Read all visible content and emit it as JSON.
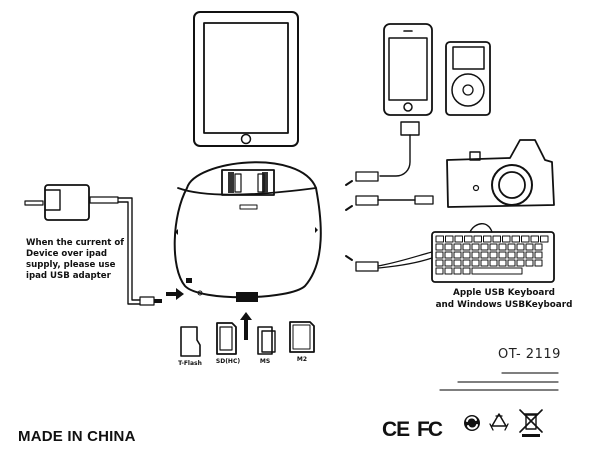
{
  "diagram": {
    "devices": [
      {
        "id": "ipad",
        "name": "iPad tablet"
      },
      {
        "id": "iphone",
        "name": "iPhone"
      },
      {
        "id": "ipod",
        "name": "iPod classic"
      },
      {
        "id": "camera",
        "name": "Camera"
      },
      {
        "id": "keyboard",
        "name": "USB Keyboard"
      },
      {
        "id": "usb-adapter",
        "name": "iPad USB power adapter"
      },
      {
        "id": "hub",
        "name": "Card reader / USB hub dock"
      }
    ],
    "adapter_note": [
      "When the current of",
      "Device over ipad",
      "supply, please use",
      "ipad USB adapter"
    ],
    "keyboard_label": [
      "Apple USB Keyboard",
      "and Windows USBKeyboard"
    ],
    "card_slots": [
      "T-Flash",
      "SD(HC)",
      "MS",
      "M2"
    ],
    "model_number": "OT- 2119",
    "origin": "MADE IN CHINA",
    "certifications": [
      "CE",
      "FC",
      "green-dot",
      "recycle",
      "weee-crossed-bin"
    ]
  }
}
